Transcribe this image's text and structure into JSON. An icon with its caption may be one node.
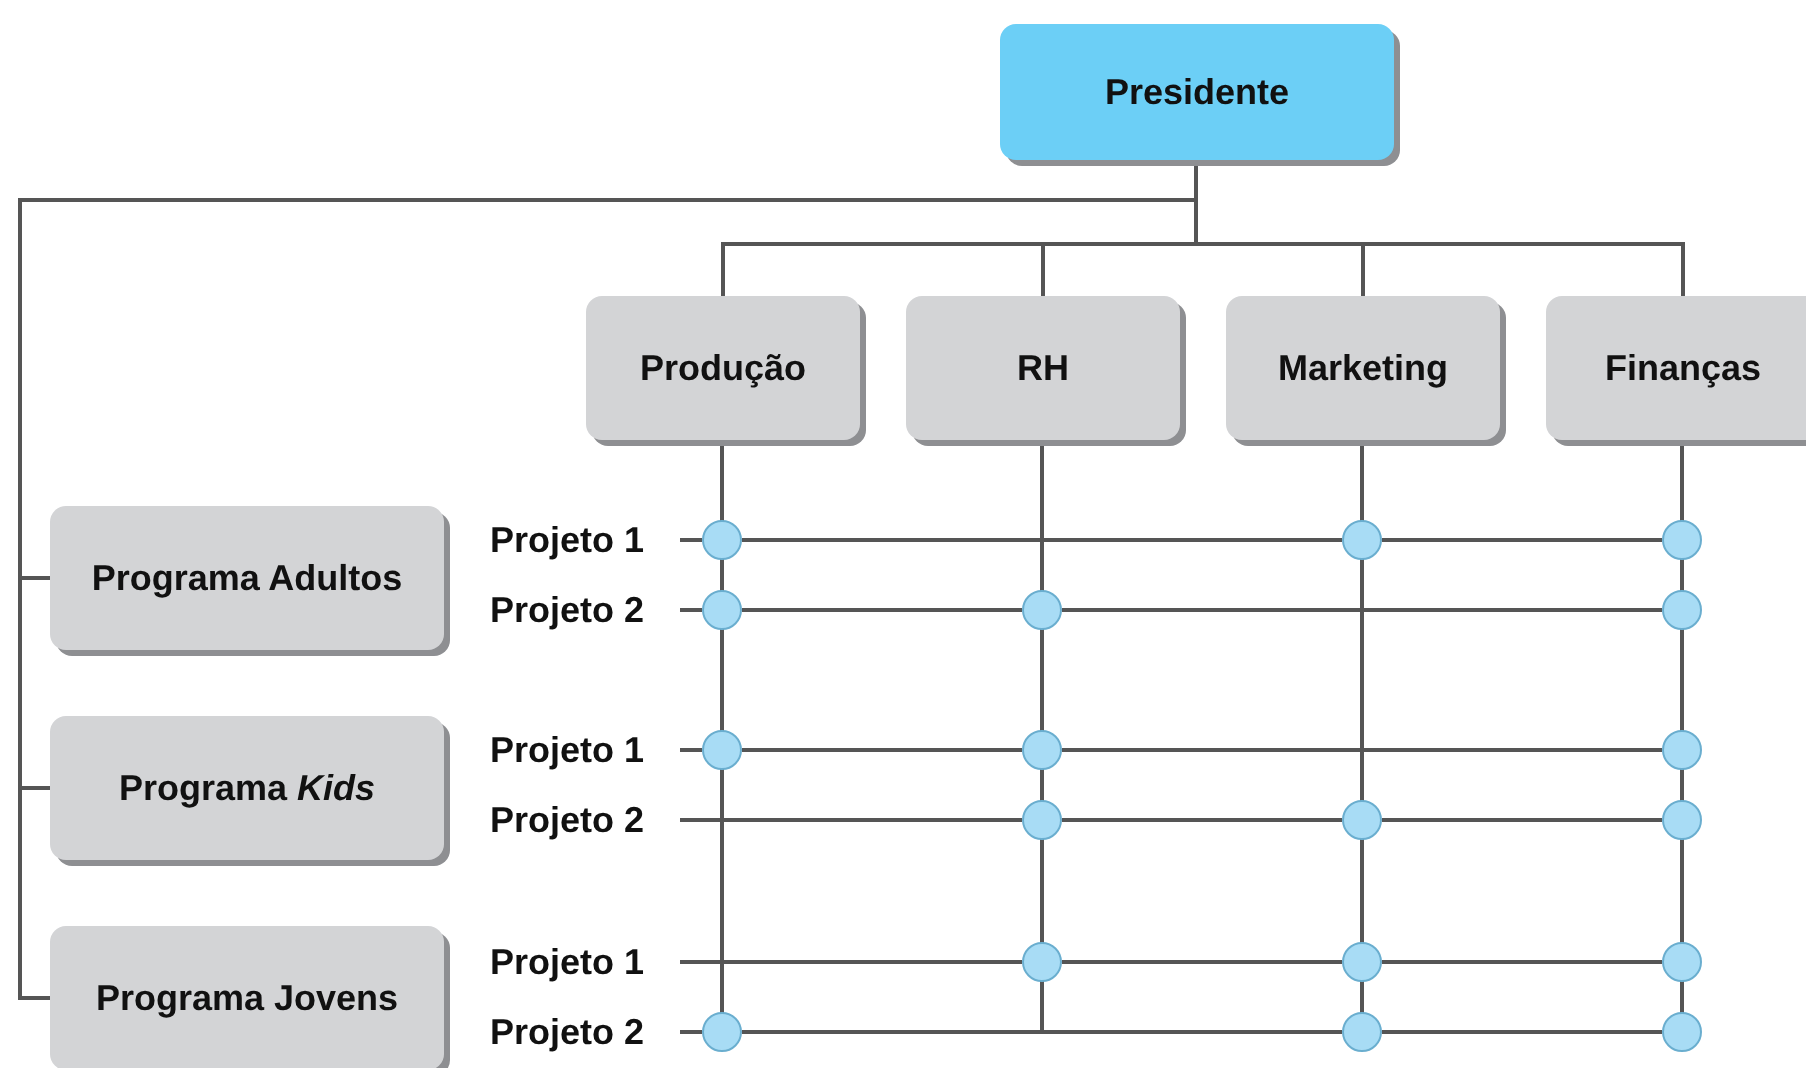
{
  "diagram": {
    "nodes": [
      {
        "text": [
          "Presidente"
        ]
      },
      {
        "text": [
          "Produção"
        ]
      },
      {
        "text": [
          "RH"
        ]
      },
      {
        "text": [
          "Marketing"
        ]
      },
      {
        "text": [
          "Finanças"
        ]
      },
      {
        "text": [
          "Programa Adultos"
        ]
      },
      {
        "text": [
          "Projeto 1"
        ]
      },
      {
        "text": [
          "Projeto 2"
        ]
      },
      {
        "text": [
          "Programa *Kids*"
        ]
      },
      {
        "text": [
          "Projeto 1"
        ]
      },
      {
        "text": [
          "Projeto 2"
        ]
      },
      {
        "text": [
          "Programa Jovens"
        ]
      },
      {
        "text": [
          "Projeto 1"
        ]
      },
      {
        "text": [
          "Projeto 2"
        ]
      },
      {
        "text": [],
        "shape": "circle"
      },
      {
        "text": [],
        "shape": "circle"
      },
      {
        "text": [],
        "shape": "circle"
      },
      {
        "text": [],
        "shape": "circle"
      },
      {
        "text": [],
        "shape": "circle"
      },
      {
        "text": [],
        "shape": "circle"
      },
      {
        "text": [],
        "shape": "circle"
      },
      {
        "text": [],
        "shape": "circle"
      },
      {
        "text": [],
        "shape": "circle"
      },
      {
        "text": [],
        "shape": "circle"
      },
      {
        "text": [],
        "shape": "circle"
      },
      {
        "text": [],
        "shape": "circle"
      },
      {
        "text": [],
        "shape": "circle"
      },
      {
        "text": [],
        "shape": "circle"
      },
      {
        "text": [],
        "shape": "circle"
      },
      {
        "text": [],
        "shape": "circle"
      },
      {
        "text": [],
        "shape": "circle"
      },
      {
        "text": [],
        "shape": "circle"
      }
    ],
    "edges": [
      {
        "from": 0,
        "to": 1,
        "arrow": "none"
      },
      {
        "from": 0,
        "to": 2,
        "arrow": "none"
      },
      {
        "from": 0,
        "to": 3,
        "arrow": "none"
      },
      {
        "from": 0,
        "to": 4,
        "arrow": "none"
      },
      {
        "from": 0,
        "to": 5,
        "arrow": "none"
      },
      {
        "from": 0,
        "to": 8,
        "arrow": "none"
      },
      {
        "from": 0,
        "to": 11,
        "arrow": "none"
      },
      {
        "from": 6,
        "to": 14,
        "arrow": "none"
      },
      {
        "from": 14,
        "to": 15,
        "arrow": "none"
      },
      {
        "from": 15,
        "to": 16,
        "arrow": "none"
      },
      {
        "from": 7,
        "to": 17,
        "arrow": "none"
      },
      {
        "from": 17,
        "to": 18,
        "arrow": "none"
      },
      {
        "from": 18,
        "to": 19,
        "arrow": "none"
      },
      {
        "from": 9,
        "to": 20,
        "arrow": "none"
      },
      {
        "from": 20,
        "to": 21,
        "arrow": "none"
      },
      {
        "from": 21,
        "to": 22,
        "arrow": "none"
      },
      {
        "from": 10,
        "to": 23,
        "arrow": "none"
      },
      {
        "from": 23,
        "to": 24,
        "arrow": "none"
      },
      {
        "from": 24,
        "to": 25,
        "arrow": "none"
      },
      {
        "from": 12,
        "to": 26,
        "arrow": "none"
      },
      {
        "from": 26,
        "to": 27,
        "arrow": "none"
      },
      {
        "from": 27,
        "to": 28,
        "arrow": "none"
      },
      {
        "from": 13,
        "to": 29,
        "arrow": "none"
      },
      {
        "from": 29,
        "to": 30,
        "arrow": "none"
      },
      {
        "from": 30,
        "to": 31,
        "arrow": "none"
      },
      {
        "from": 1,
        "to": 14,
        "arrow": "none"
      },
      {
        "from": 14,
        "to": 17,
        "arrow": "none"
      },
      {
        "from": 17,
        "to": 20,
        "arrow": "none"
      },
      {
        "from": 20,
        "to": 29,
        "arrow": "none"
      },
      {
        "from": 2,
        "to": 18,
        "arrow": "none"
      },
      {
        "from": 18,
        "to": 21,
        "arrow": "none"
      },
      {
        "from": 21,
        "to": 23,
        "arrow": "none"
      },
      {
        "from": 23,
        "to": 26,
        "arrow": "none"
      },
      {
        "from": 3,
        "to": 15,
        "arrow": "none"
      },
      {
        "from": 15,
        "to": 24,
        "arrow": "none"
      },
      {
        "from": 24,
        "to": 27,
        "arrow": "none"
      },
      {
        "from": 27,
        "to": 30,
        "arrow": "none"
      },
      {
        "from": 4,
        "to": 16,
        "arrow": "none"
      },
      {
        "from": 16,
        "to": 19,
        "arrow": "none"
      },
      {
        "from": 19,
        "to": 22,
        "arrow": "none"
      },
      {
        "from": 22,
        "to": 25,
        "arrow": "none"
      },
      {
        "from": 25,
        "to": 28,
        "arrow": "none"
      },
      {
        "from": 28,
        "to": 31,
        "arrow": "none"
      }
    ]
  }
}
